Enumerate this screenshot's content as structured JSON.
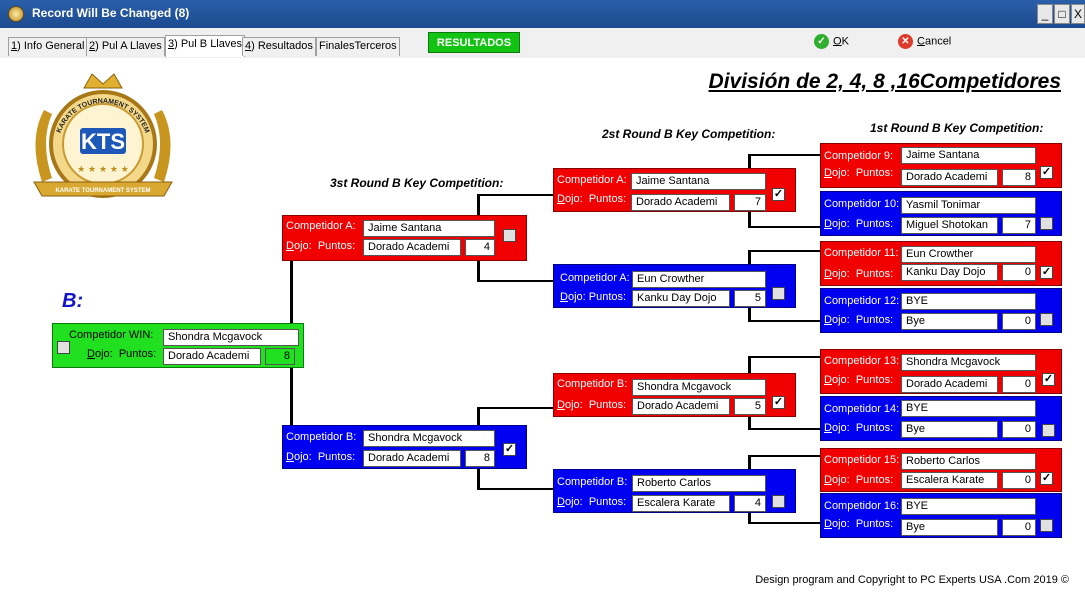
{
  "window": {
    "title": "Record Will Be Changed  (8)",
    "minimize": "_",
    "maximize": "□",
    "close": "X"
  },
  "tabs": [
    {
      "key": "1",
      "rest": ") Info General"
    },
    {
      "key": "2",
      "rest": ") Pul A Llaves"
    },
    {
      "key": "3",
      "rest": ") Pul B Llaves"
    },
    {
      "key": "4",
      "rest": ") Resultados"
    },
    {
      "key": "",
      "rest": "FinalesTerceros"
    }
  ],
  "toolbar": {
    "resultados_label": "RESULTADOS",
    "ok_key": "O",
    "ok_rest": "K",
    "cancel_key": "C",
    "cancel_rest": "ancel"
  },
  "heading": "División de 2, 4, 8 ,16Competidores",
  "rounds": {
    "first": "1st Round B Key Competition:",
    "second": "2st Round B Key Competition:",
    "third": "3st Round B Key Competition:"
  },
  "b_label": "B:",
  "labels": {
    "dojo_key": "D",
    "dojo_rest": "ojo:",
    "puntos": "Puntos:"
  },
  "winner": {
    "label": "Competidor WIN:",
    "name": "Shondra Mcgavock",
    "dojo": "Dorado Academi",
    "points": "8"
  },
  "third_round": [
    {
      "label": "Competidor A:",
      "name": "Jaime Santana",
      "dojo": "Dorado Academi",
      "points": "4",
      "checked": false
    },
    {
      "label": "Competidor B:",
      "name": "Shondra Mcgavock",
      "dojo": "Dorado Academi",
      "points": "8",
      "checked": true
    }
  ],
  "second_round": [
    {
      "label": "Competidor A:",
      "name": "Jaime Santana",
      "dojo": "Dorado Academi",
      "points": "7",
      "checked": true
    },
    {
      "label": "Competidor A:",
      "name": "Eun Crowther",
      "dojo": "Kanku Day Dojo",
      "points": "5",
      "checked": false
    },
    {
      "label": "Competidor B:",
      "name": "Shondra Mcgavock",
      "dojo": "Dorado Academi",
      "points": "5",
      "checked": true
    },
    {
      "label": "Competidor B:",
      "name": "Roberto Carlos",
      "dojo": "Escalera Karate",
      "points": "4",
      "checked": false
    }
  ],
  "first_round": [
    {
      "label": "Competidor 9:",
      "name": "Jaime Santana",
      "dojo": "Dorado Academi",
      "points": "8",
      "checked": true
    },
    {
      "label": "Competidor 10:",
      "name": "Yasmil Tonimar",
      "dojo": "Miguel Shotokan",
      "points": "7",
      "checked": false
    },
    {
      "label": "Competidor 11:",
      "name": "Eun Crowther",
      "dojo": "Kanku Day Dojo",
      "points": "0",
      "checked": true
    },
    {
      "label": "Competidor 12:",
      "name": "BYE",
      "dojo": "Bye",
      "points": "0",
      "checked": false
    },
    {
      "label": "Competidor 13:",
      "name": "Shondra Mcgavock",
      "dojo": "Dorado Academi",
      "points": "0",
      "checked": true
    },
    {
      "label": "Competidor 14:",
      "name": "BYE",
      "dojo": "Bye",
      "points": "0",
      "checked": false
    },
    {
      "label": "Competidor 15:",
      "name": "Roberto Carlos",
      "dojo": "Escalera Karate",
      "points": "0",
      "checked": true
    },
    {
      "label": "Competidor 16:",
      "name": "BYE",
      "dojo": "Bye",
      "points": "0",
      "checked": false
    }
  ],
  "footer": "Design program and Copyright to PC Experts USA .Com 2019 ©",
  "colors": {
    "red": "#f00000",
    "blue": "#0000f0",
    "green": "#20e020",
    "title_bar": "#2a5fa8",
    "heading_b": "#1515c8"
  },
  "logo": {
    "top_text": "KARATE TOURNAMENT SYSTEM",
    "mark": "KTS",
    "ribbon": "KARATE TOURNAMENT SYSTEM"
  }
}
